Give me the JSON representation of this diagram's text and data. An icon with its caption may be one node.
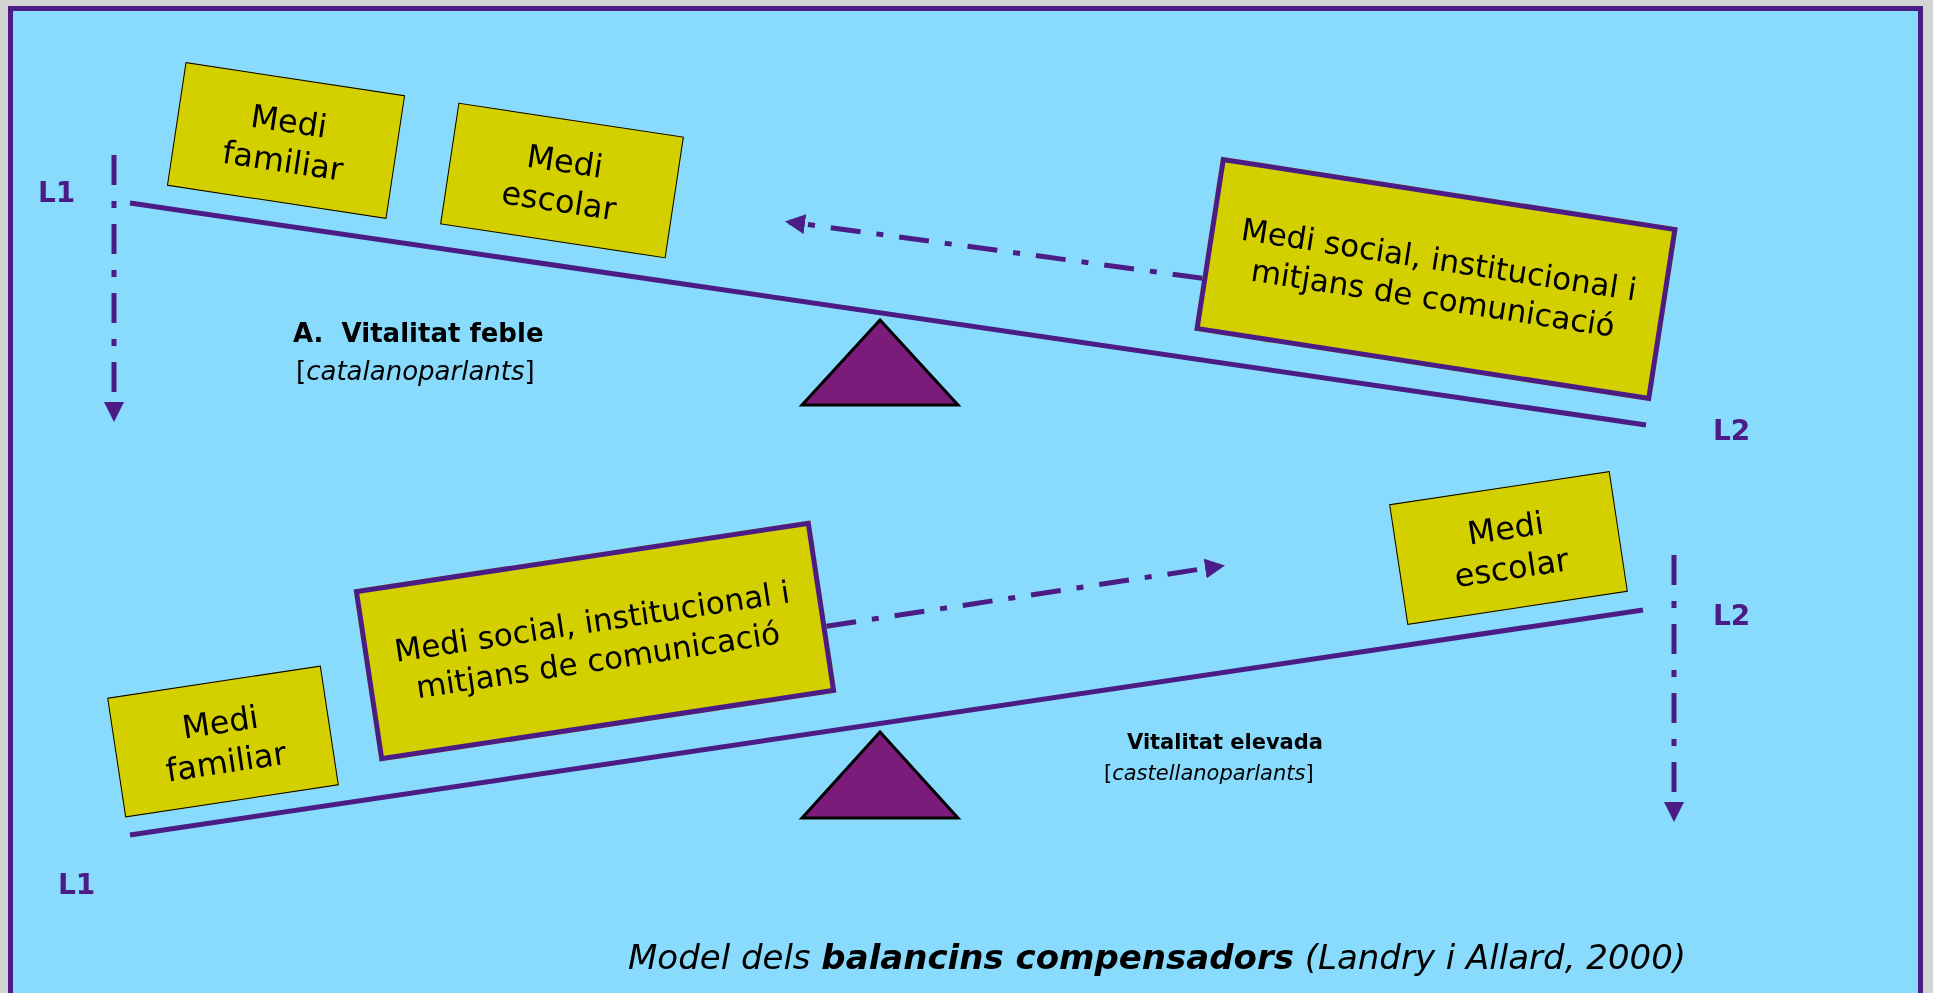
{
  "diagram": {
    "caption": "Model dels **balancins compensadors** (Landry i Allard, 2000)",
    "nodes": [
      {
        "text": [
          "Medi familiar"
        ]
      },
      {
        "text": [
          "Medi escolar"
        ]
      },
      {
        "text": [
          "Medi social, institucional i mitjans de comunicació"
        ]
      },
      {
        "text": [
          "Medi familiar"
        ]
      },
      {
        "text": [
          "Medi social, institucional i mitjans de comunicació"
        ]
      },
      {
        "text": [
          "Medi escolar"
        ]
      }
    ],
    "edges": [
      {
        "from": 2,
        "to": null,
        "arrow": "to",
        "style": "dashed"
      },
      {
        "from": 4,
        "to": null,
        "arrow": "to",
        "style": "dashed"
      }
    ],
    "labels": [
      "L1",
      "A.  Vitalitat feble",
      "[*catalanoparlants*]",
      "L2",
      "L2",
      "Vitalitat elevada",
      "[*castellanoparlants*]",
      "L1"
    ]
  }
}
